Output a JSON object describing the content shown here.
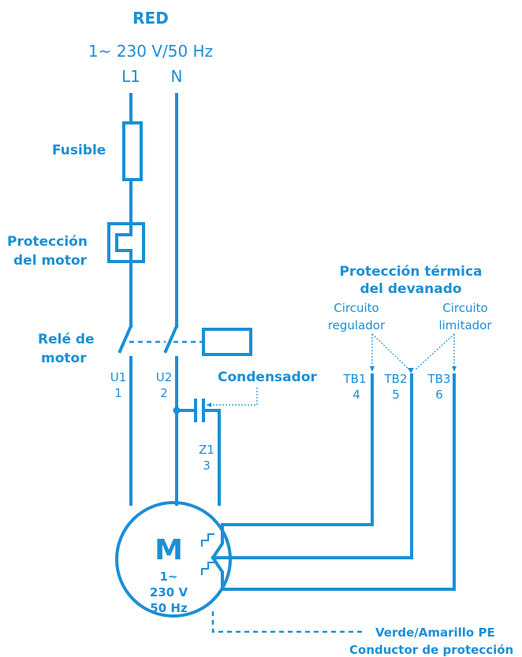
{
  "network": {
    "title": "RED",
    "supply": "1~ 230 V/50 Hz",
    "l1": "L1",
    "n": "N"
  },
  "components": {
    "fuse": "Fusible",
    "motor_protection_line1": "Protección",
    "motor_protection_line2": "del motor",
    "relay_line1": "Relé de",
    "relay_line2": "motor",
    "capacitor": "Condensador"
  },
  "terminals": {
    "u1": "U1",
    "u1_num": "1",
    "u2": "U2",
    "u2_num": "2",
    "z1": "Z1",
    "z1_num": "3",
    "tb1": "TB1",
    "tb1_num": "4",
    "tb2": "TB2",
    "tb2_num": "5",
    "tb3": "TB3",
    "tb3_num": "6"
  },
  "thermal": {
    "title_line1": "Protección térmica",
    "title_line2": "del devanado",
    "regulator_line1": "Circuito",
    "regulator_line2": "regulador",
    "limiter_line1": "Circuito",
    "limiter_line2": "limitador"
  },
  "motor": {
    "symbol": "M",
    "phase": "1~",
    "voltage": "230 V",
    "frequency": "50 Hz"
  },
  "ground": {
    "line1": "Verde/Amarillo PE",
    "line2": "Conductor de protección"
  },
  "colors": {
    "accent": "#1a8fd6",
    "background": "#ffffff"
  }
}
